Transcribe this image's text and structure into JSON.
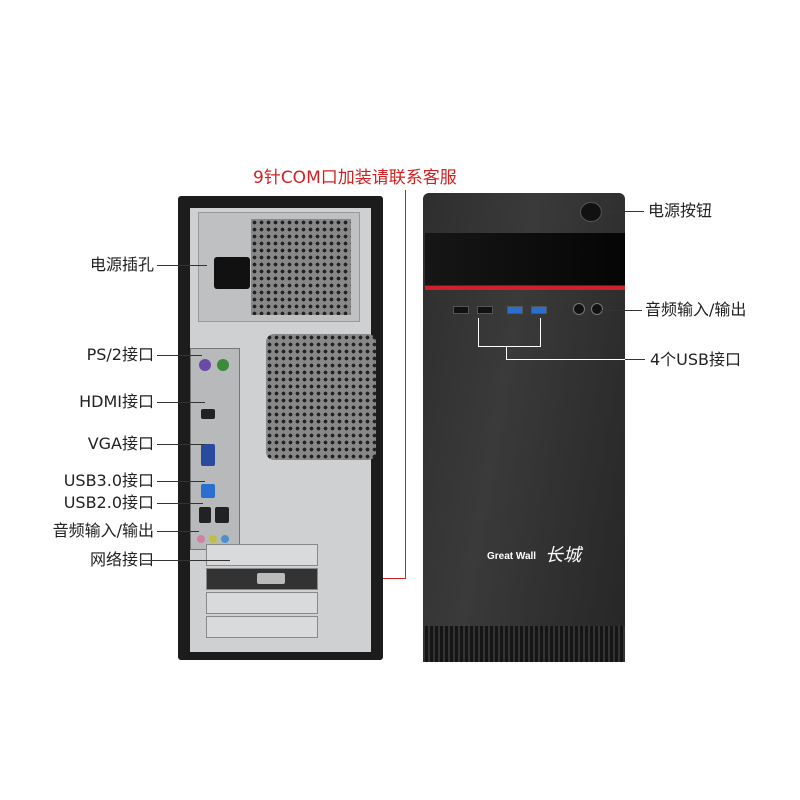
{
  "title_note": "9针COM口加装请联系客服",
  "left_labels": [
    "电源插孔",
    "PS/2接口",
    "HDMI接口",
    "VGA接口",
    "USB3.0接口",
    "USB2.0接口",
    "音频输入/输出",
    "网络接口"
  ],
  "right_labels": [
    "电源按钮",
    "音频输入/输出",
    "4个USB接口"
  ],
  "logo": {
    "brand": "Great Wall",
    "mark": "长城"
  },
  "colors": {
    "accent_red": "#d42020",
    "usb3_blue": "#2a6fd0"
  }
}
